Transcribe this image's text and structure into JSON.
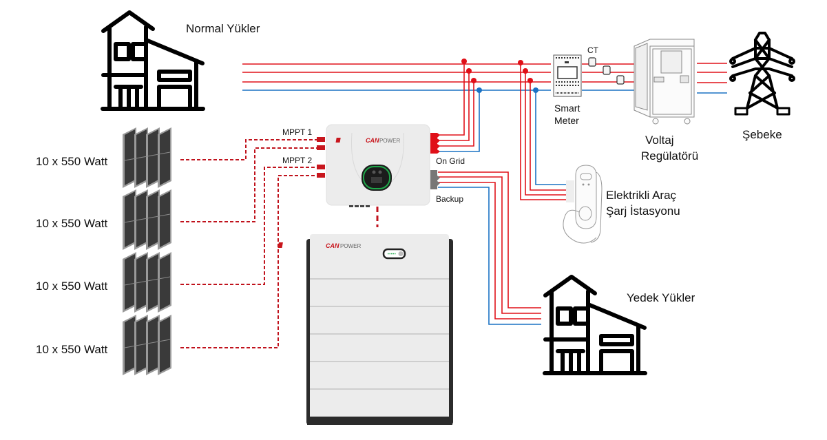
{
  "colors": {
    "phase_red": "#e01018",
    "phase_light_red": "#f07a7e",
    "neutral_blue": "#1a72c4",
    "dc_dashed": "#c0121c",
    "brand_red": "#c8161d",
    "led_green": "#1fa84a",
    "icon_black": "#000000"
  },
  "loads": {
    "normal": {
      "label": "Normal Yükler",
      "icon": "house-icon"
    },
    "backup": {
      "label": "Yedek Yükler",
      "icon": "house-icon"
    }
  },
  "solar_arrays": [
    {
      "label": "10 x 550 Watt",
      "icon": "solar-panel-icon",
      "mppt": "MPPT 1"
    },
    {
      "label": "10 x 550 Watt",
      "icon": "solar-panel-icon",
      "mppt": "MPPT 1"
    },
    {
      "label": "10 x 550 Watt",
      "icon": "solar-panel-icon",
      "mppt": "MPPT 2"
    },
    {
      "label": "10 x 550 Watt",
      "icon": "solar-panel-icon",
      "mppt": "MPPT 2"
    }
  ],
  "inverter": {
    "brand_prefix": "CAN",
    "brand_suffix": "POWER",
    "mppt_labels": [
      "MPPT 1",
      "MPPT 2"
    ],
    "port_on_grid": "On Grid",
    "port_backup": "Backup"
  },
  "battery": {
    "brand_prefix": "CAN",
    "brand_suffix": "POWER",
    "modules": 5
  },
  "smart_meter": {
    "label_line1": "Smart",
    "label_line2": "Meter",
    "ct_label": "CT",
    "ct_count": 3
  },
  "voltage_regulator": {
    "label_line1": "Voltaj",
    "label_line2": "Regülatörü"
  },
  "grid": {
    "label": "Şebeke",
    "icon": "power-tower-icon"
  },
  "ev_charger": {
    "label_line1": "Elektrikli Araç",
    "label_line2": "Şarj İstasyonu"
  }
}
